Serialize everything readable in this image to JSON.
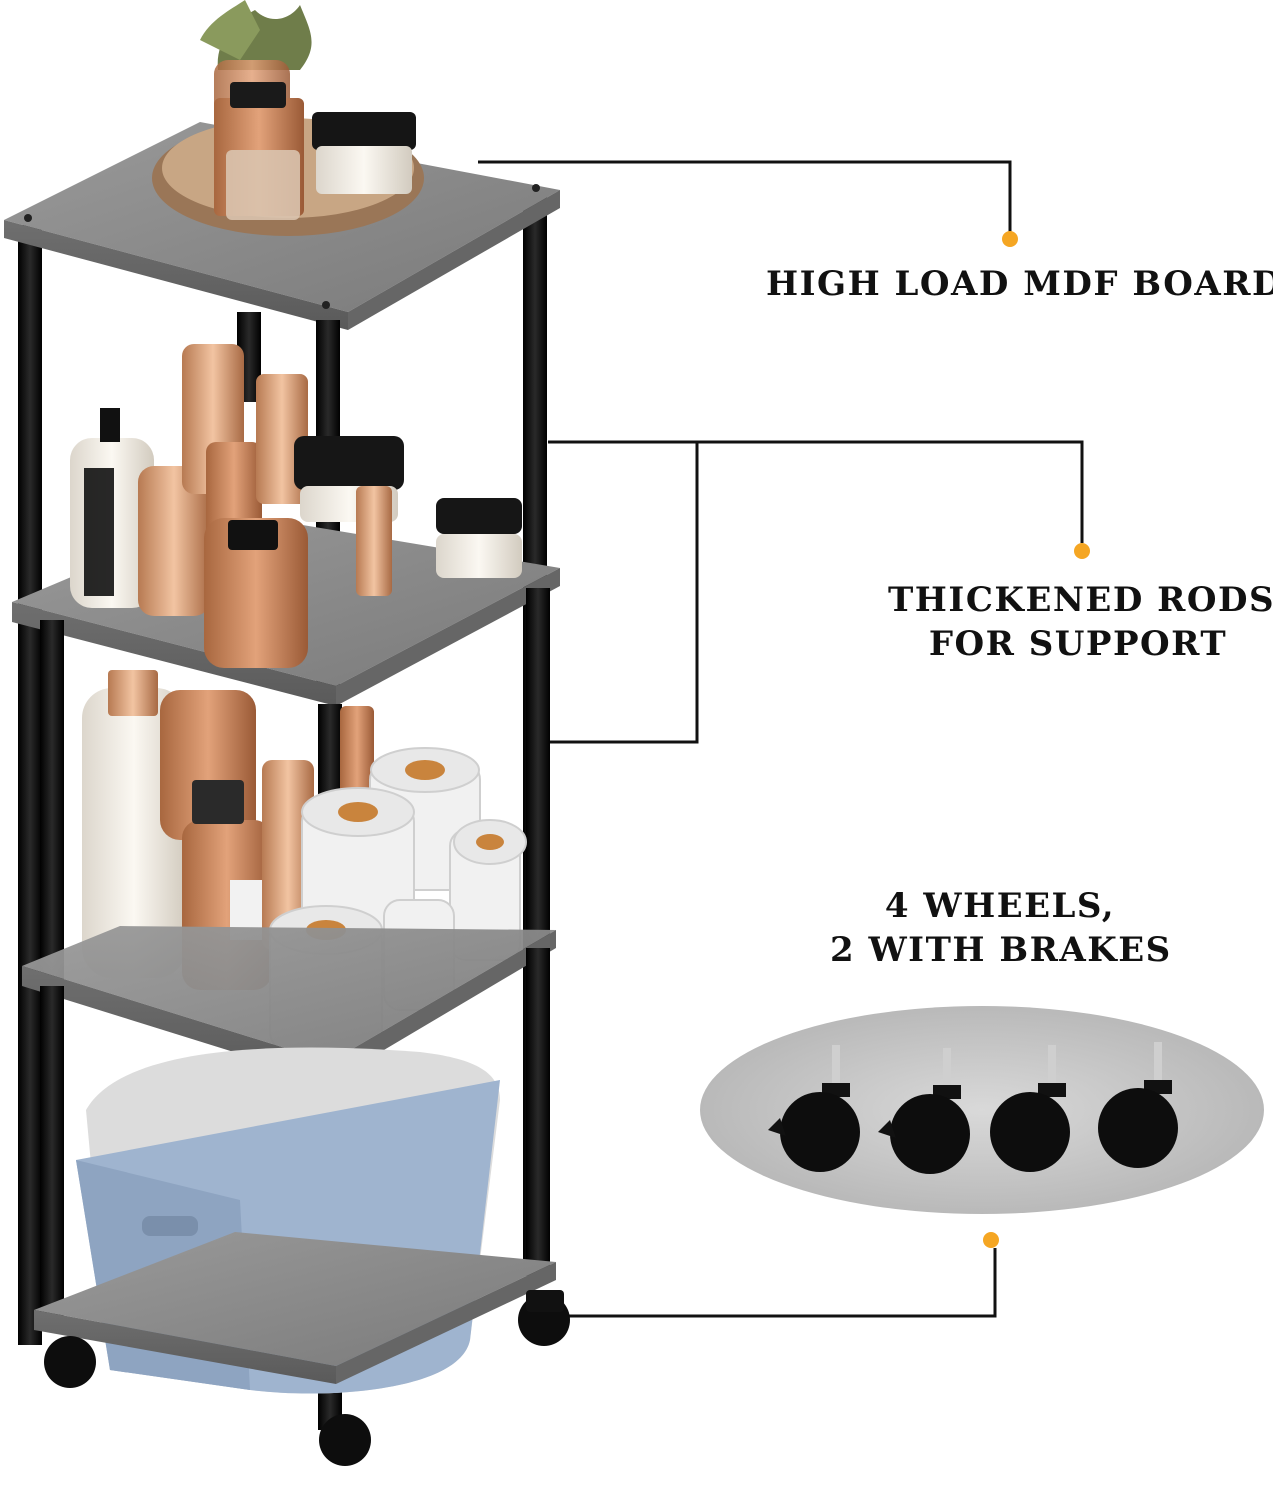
{
  "features": {
    "mdf_board": {
      "line1": "HIGH LOAD MDF BOARD"
    },
    "rods": {
      "line1": "THICKENED RODS",
      "line2": "FOR SUPPORT"
    },
    "wheels": {
      "line1": "4 WHEELS,",
      "line2": "2 WITH BRAKES"
    }
  },
  "colors": {
    "accent_dot": "#f5a623",
    "shelf_gray": "#8a8a8a",
    "rod_black": "#111111",
    "ellipse_gray": "#c8c8c8",
    "basket_blue": "#9fb4cf"
  },
  "icons": [
    "callout-dot",
    "caster-wheel"
  ]
}
